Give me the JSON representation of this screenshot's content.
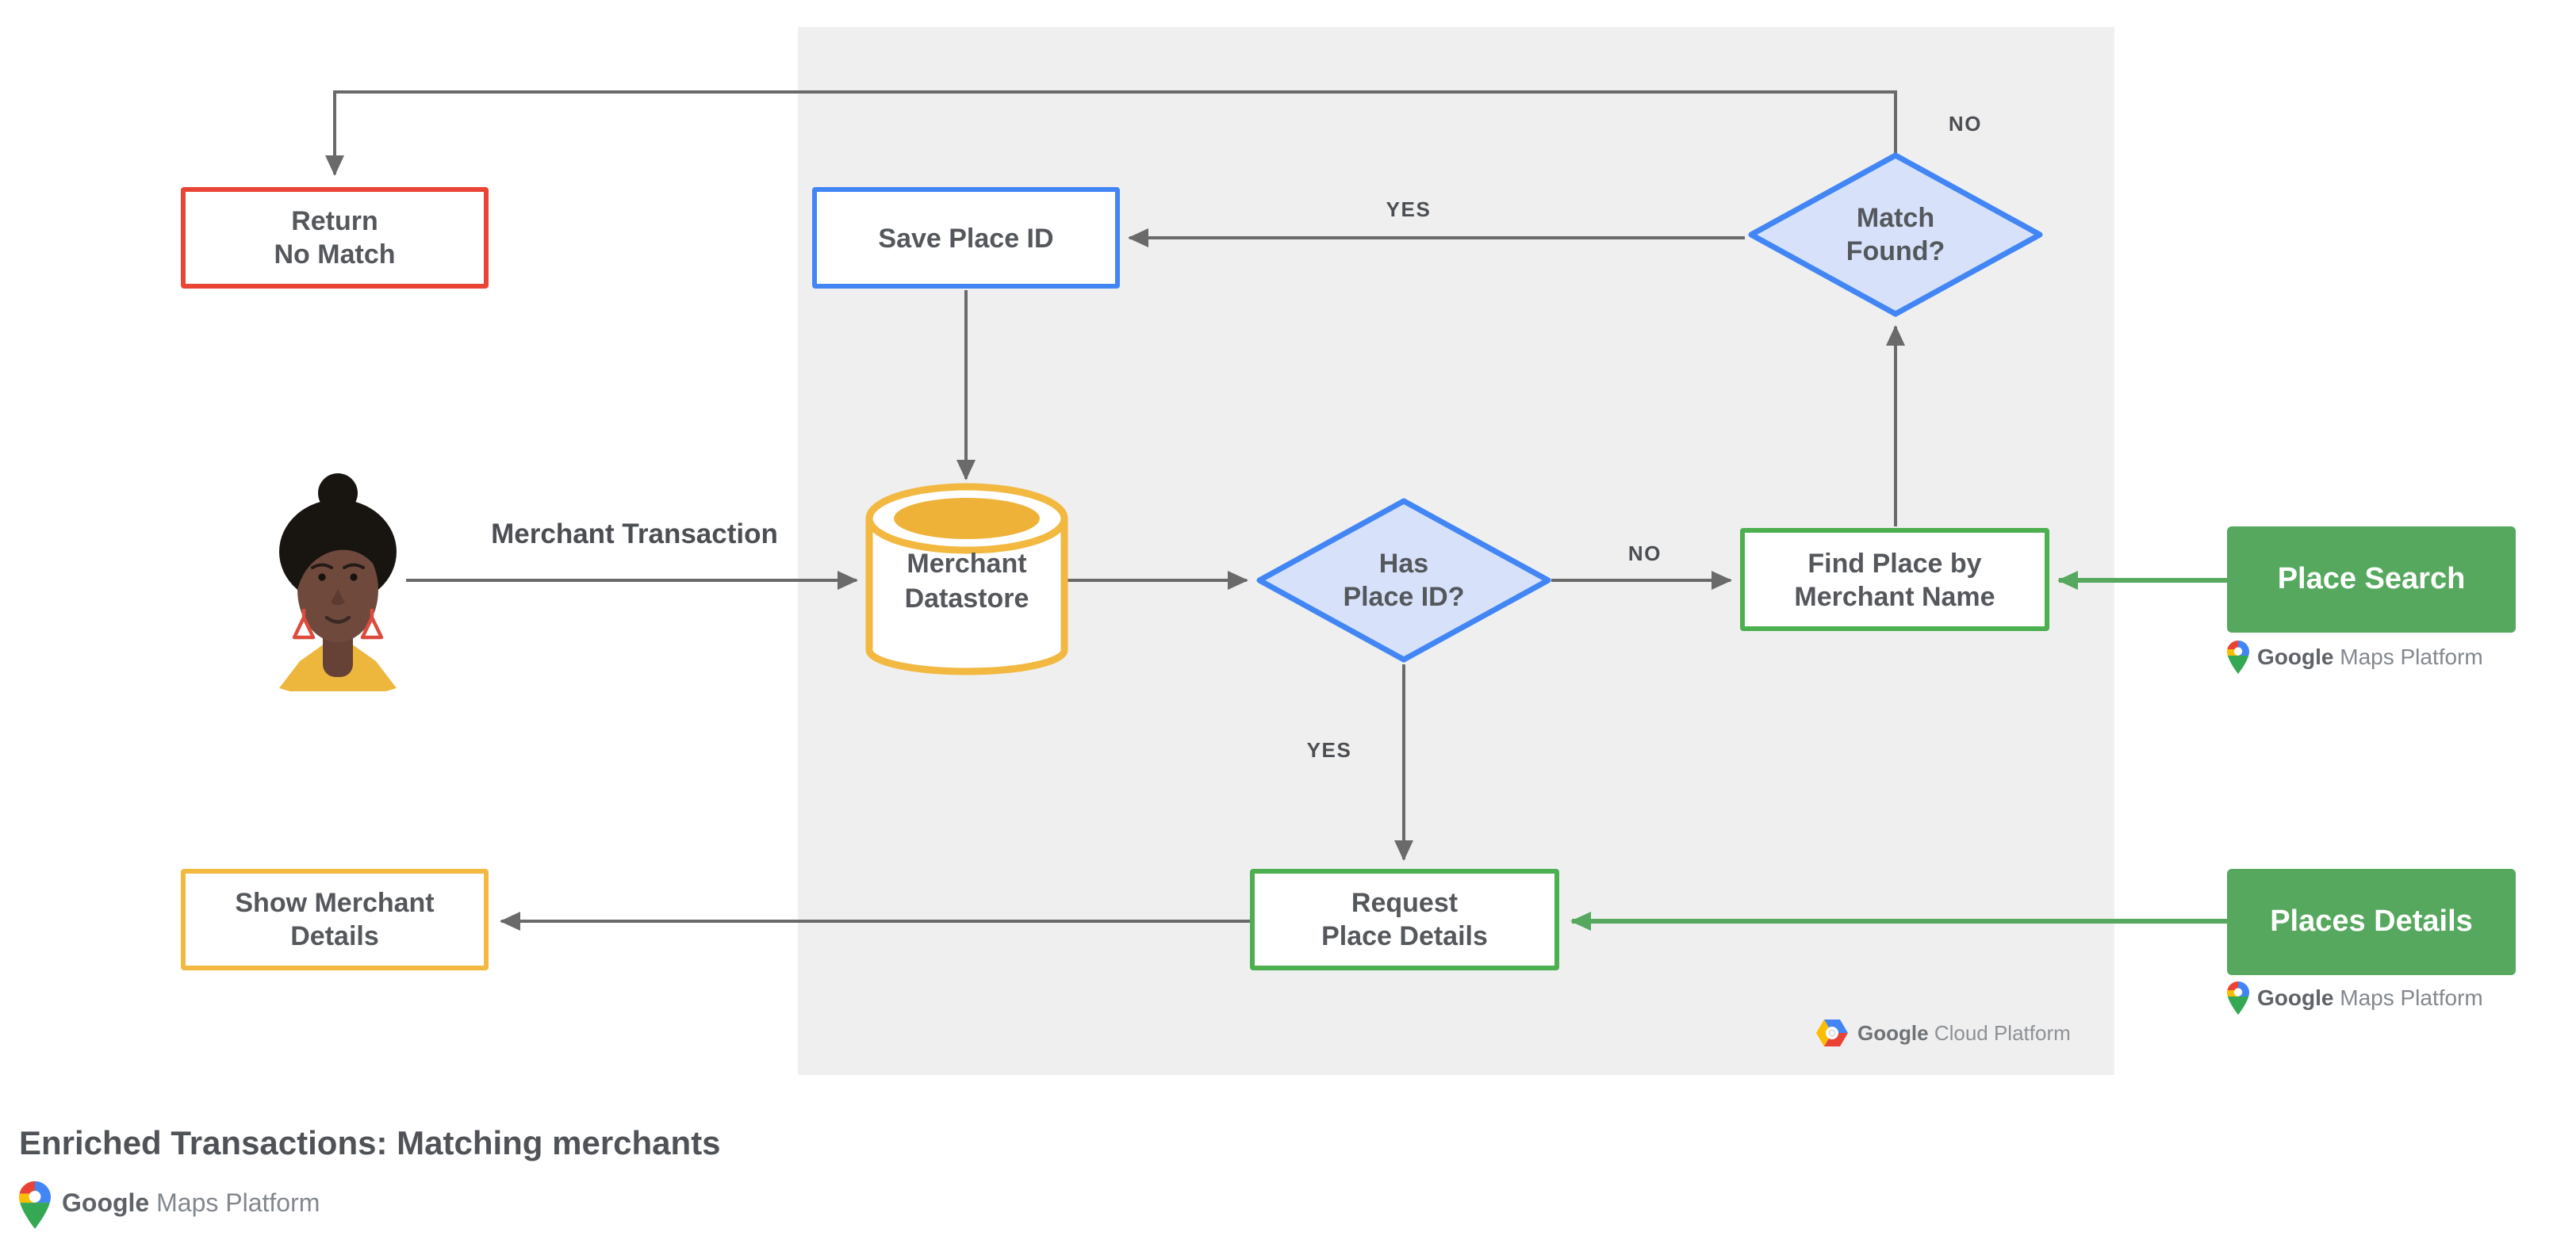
{
  "diagram": {
    "title": "Enriched Transactions: Matching merchants",
    "nodes": {
      "return_no_match": {
        "label": "Return\nNo Match"
      },
      "save_place_id": {
        "label": "Save Place ID"
      },
      "match_found": {
        "label": "Match\nFound?"
      },
      "merchant_datastore": {
        "label": "Merchant\nDatastore"
      },
      "has_place_id": {
        "label": "Has\nPlace ID?"
      },
      "find_place": {
        "label": "Find Place by\nMerchant Name"
      },
      "request_place_details": {
        "label": "Request\nPlace Details"
      },
      "show_merchant_details": {
        "label": "Show Merchant\nDetails"
      },
      "place_search_api": {
        "label": "Place Search"
      },
      "places_details_api": {
        "label": "Places Details"
      }
    },
    "edge_labels": {
      "no_top": "NO",
      "yes_to_save": "YES",
      "no_to_find": "NO",
      "yes_to_request": "YES",
      "merchant_transaction": "Merchant Transaction"
    },
    "logos": {
      "gcp": {
        "brand": "Google",
        "product": "Cloud Platform"
      },
      "gmp_place_search": {
        "brand": "Google",
        "product": "Maps Platform"
      },
      "gmp_places_details": {
        "brand": "Google",
        "product": "Maps Platform"
      },
      "gmp_footer": {
        "brand": "Google",
        "product": "Maps Platform"
      }
    },
    "colors": {
      "panel_bg": "#EFEFEF",
      "arrow_gray": "#6A6A6A",
      "red_border": "#E94436",
      "blue_border": "#4285F4",
      "diamond_fill": "#D7E2FA",
      "green_border": "#4CAF50",
      "green_fill": "#55A85E",
      "yellow_border": "#F2B840",
      "node_text": "#54575B",
      "google_red": "#EA4335",
      "google_blue": "#4285F4",
      "google_yellow": "#FBBC04",
      "google_green": "#34A853"
    }
  }
}
